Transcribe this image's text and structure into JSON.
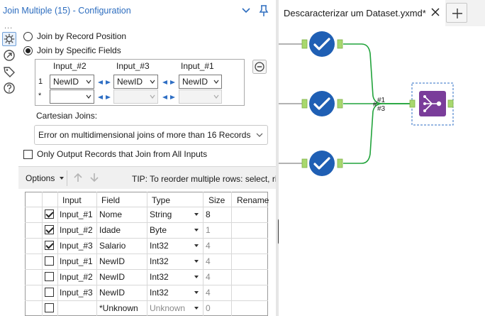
{
  "panel": {
    "title": "Join Multiple (15) - Configuration",
    "more": "...",
    "join_by_record_position": "Join by Record Position",
    "join_by_specific_fields": "Join by Specific Fields",
    "join_grid": {
      "headers": [
        "Input_#2",
        "Input_#3",
        "Input_#1"
      ],
      "rows": [
        {
          "num": "1",
          "values": [
            "NewID",
            "NewID",
            "NewID"
          ]
        },
        {
          "num": "*",
          "values": [
            "",
            "",
            ""
          ]
        }
      ]
    },
    "cartesian_label": "Cartesian Joins:",
    "cartesian_value": "Error on multidimensional joins of more than 16 Records",
    "only_output_label": "Only Output Records that Join from All Inputs",
    "options_label": "Options",
    "tip": "TIP: To reorder multiple rows: select, right",
    "fields_table": {
      "headers": [
        "Input",
        "Field",
        "Type",
        "Size",
        "Rename"
      ],
      "rows": [
        {
          "checked": true,
          "input": "Input_#1",
          "field": "Nome",
          "type": "String",
          "size": "8",
          "rename": ""
        },
        {
          "checked": true,
          "input": "Input_#2",
          "field": "Idade",
          "type": "Byte",
          "size": "1",
          "rename": ""
        },
        {
          "checked": true,
          "input": "Input_#3",
          "field": "Salario",
          "type": "Int32",
          "size": "4",
          "rename": ""
        },
        {
          "checked": false,
          "input": "Input_#1",
          "field": "NewID",
          "type": "Int32",
          "size": "4",
          "rename": ""
        },
        {
          "checked": false,
          "input": "Input_#2",
          "field": "NewID",
          "type": "Int32",
          "size": "4",
          "rename": ""
        },
        {
          "checked": false,
          "input": "Input_#3",
          "field": "NewID",
          "type": "Int32",
          "size": "4",
          "rename": ""
        },
        {
          "checked": false,
          "input": "",
          "field": "*Unknown",
          "type": "Unknown",
          "size": "0",
          "rename": ""
        }
      ]
    }
  },
  "canvas": {
    "tab_label": "Descaracterizar um Dataset.yxmd*",
    "new_tab": "+",
    "connection_labels": [
      "#1",
      "#3"
    ],
    "connection_hash": "#",
    "accent_green": "#21a33b",
    "tool_blue": "#1f5fb4",
    "tool_purple": "#7a3d9a"
  }
}
